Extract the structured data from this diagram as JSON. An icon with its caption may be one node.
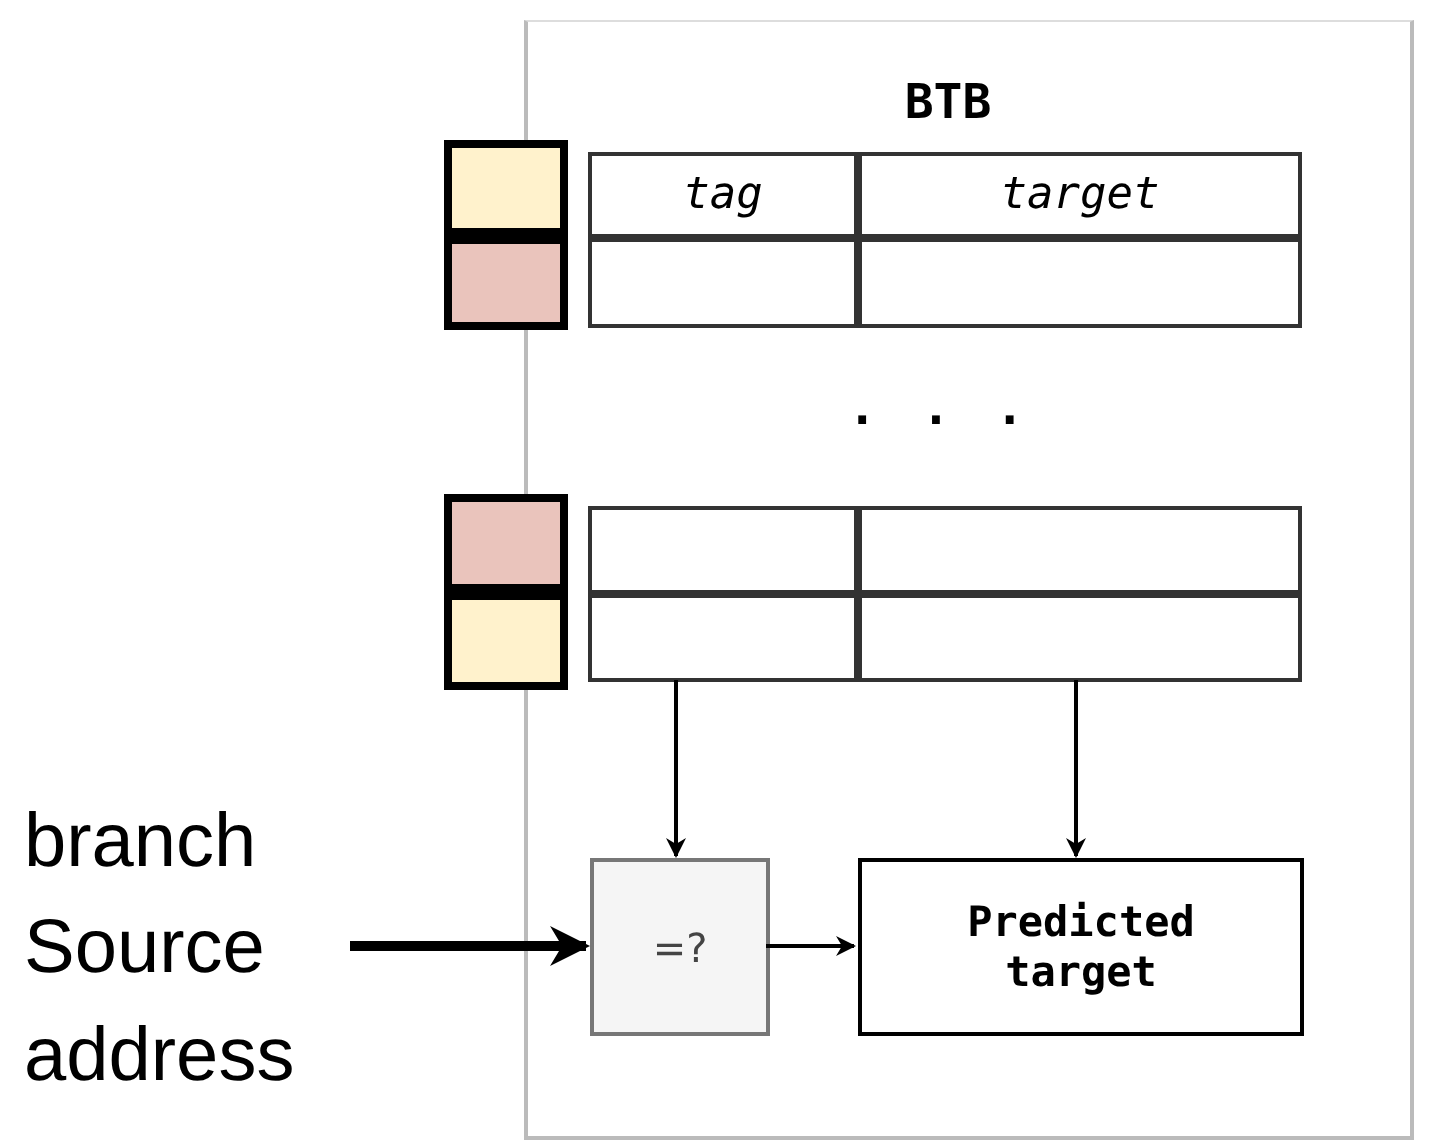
{
  "diagram": {
    "nodes": [
      {
        "text": [
          "BTB"
        ]
      },
      {
        "text": [],
        "shape": "box"
      },
      {
        "text": [
          "tag"
        ],
        "in": 0
      },
      {
        "text": [
          "target"
        ],
        "in": 0
      },
      {
        "text": [],
        "shape": "box"
      },
      {
        "text": [],
        "shape": "box",
        "in": 0
      },
      {
        "text": [],
        "shape": "box",
        "in": 0
      },
      {
        "text": [],
        "shape": "box"
      },
      {
        "text": [],
        "shape": "box",
        "in": 0
      },
      {
        "text": [],
        "shape": "box",
        "in": 0
      },
      {
        "text": [],
        "shape": "box"
      },
      {
        "text": [],
        "shape": "box",
        "in": 0
      },
      {
        "text": [],
        "shape": "box",
        "in": 0
      },
      {
        "text": [
          "=?"
        ],
        "in": 0
      },
      {
        "text": [
          "Predicted target"
        ],
        "in": 0
      },
      {
        "text": [
          "branch Source address"
        ]
      }
    ],
    "edges": [
      {
        "from": 11,
        "to": 13,
        "arrow": "to"
      },
      {
        "from": 12,
        "to": 14,
        "arrow": "to"
      },
      {
        "from": 13,
        "to": 14,
        "arrow": "to"
      },
      {
        "from": 15,
        "to": 13,
        "arrow": "to",
        "style": "thick"
      }
    ],
    "labels": [
      ". . ."
    ]
  }
}
